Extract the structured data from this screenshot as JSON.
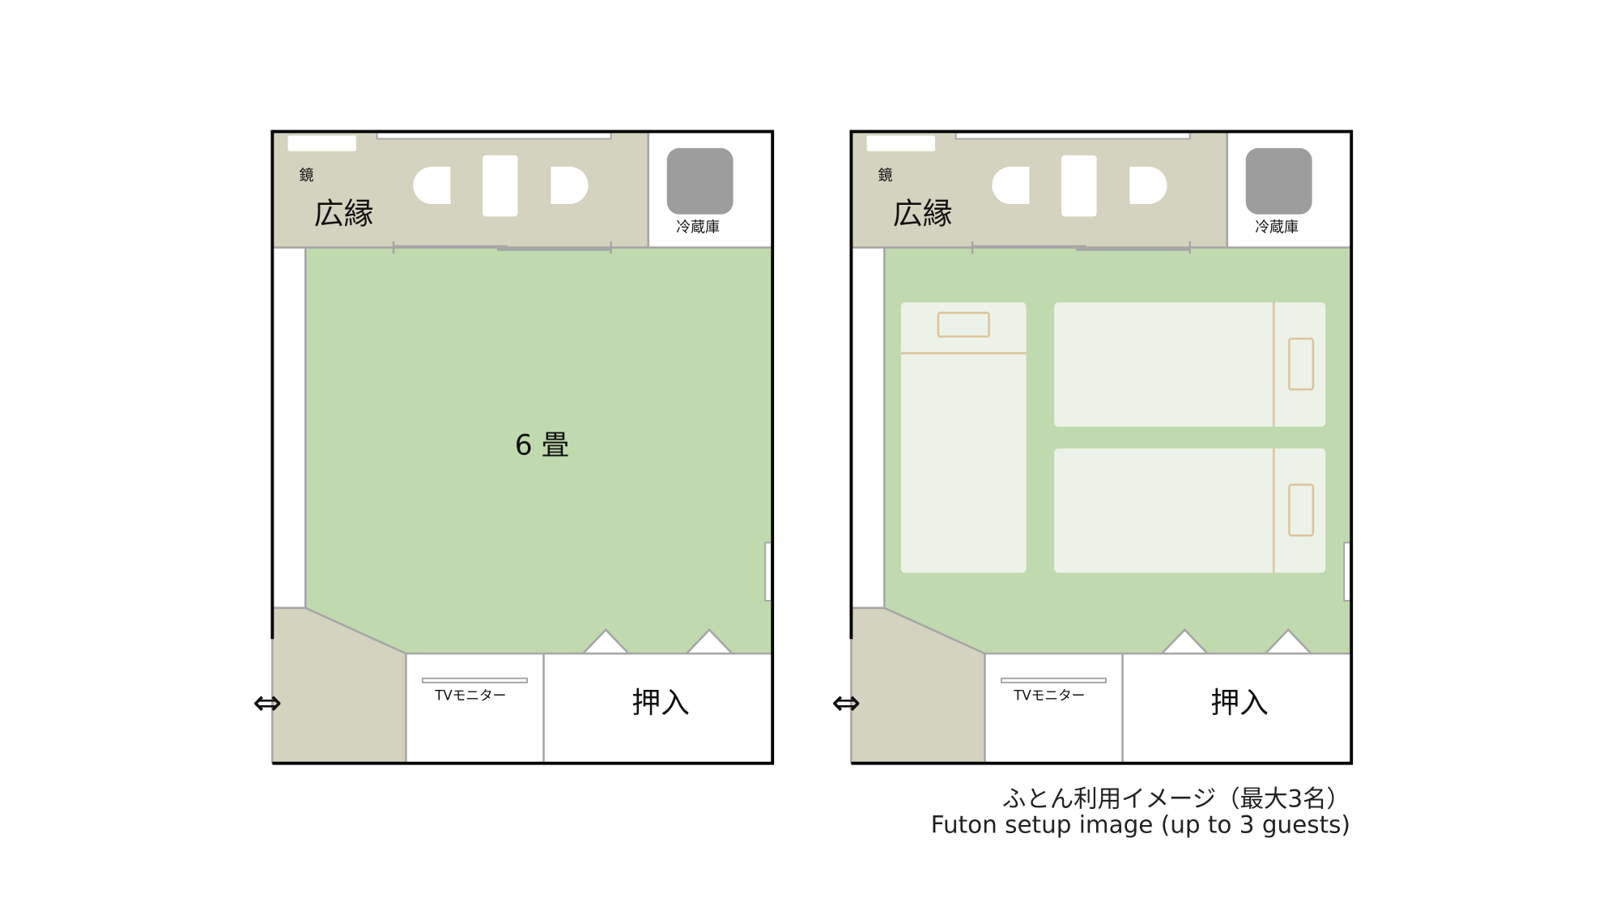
{
  "plans": [
    {
      "id": "empty",
      "labels": {
        "mirror": "鏡",
        "hiroen": "広縁",
        "fridge": "冷蔵庫",
        "room": "6 畳",
        "tv": "TVモニター",
        "closet": "押入",
        "entry_arrow": "⇔"
      }
    },
    {
      "id": "futon",
      "labels": {
        "mirror": "鏡",
        "hiroen": "広縁",
        "fridge": "冷蔵庫",
        "tv": "TVモニター",
        "closet": "押入",
        "entry_arrow": "⇔"
      },
      "futon_count": 3
    }
  ],
  "caption": {
    "jp": "ふとん利用イメージ（最大3名）",
    "en": "Futon setup image (up to 3 guests)"
  },
  "colors": {
    "tatami": "#c1d9ae",
    "hiroen": "#d4d3bf",
    "wall": "#000000",
    "partition": "#a6a6a6",
    "fridge": "#9d9d9d",
    "futon": "#edf2e8",
    "futon_line": "#dcc59e"
  }
}
